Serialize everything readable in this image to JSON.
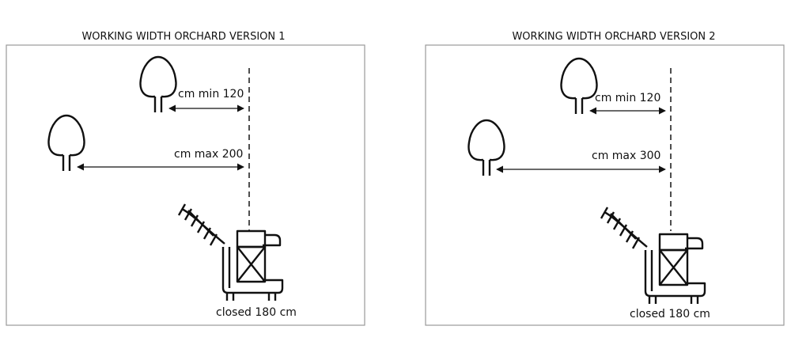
{
  "panels": [
    {
      "title": "WORKING WIDTH ORCHARD VERSION 1",
      "min_label": "cm min 120",
      "max_label": "cm max 200",
      "closed_label": "closed 180 cm"
    },
    {
      "title": "WORKING WIDTH ORCHARD VERSION 2",
      "min_label": "cm min 120",
      "max_label": "cm max 300",
      "closed_label": "closed 180 cm"
    }
  ]
}
